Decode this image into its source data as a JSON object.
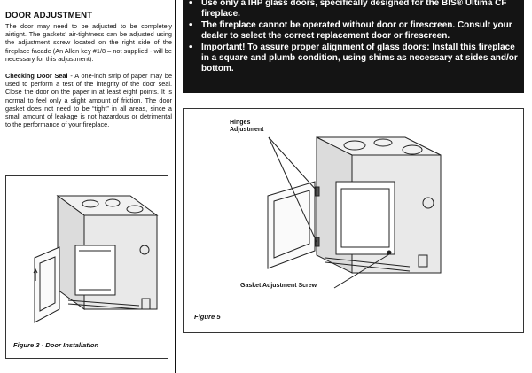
{
  "left": {
    "heading": "DOOR ADJUSTMENT",
    "para1": "The door may need to be adjusted to be completely airtight. The gaskets' air-tightness can be adjusted using the adjustment screw located on the right side of the fireplace facade (An Allen key #1/8 – not supplied - will be necessary for this adjustment).",
    "para2_bold": "Checking Door Seal",
    "para2": " - A one-inch strip of paper may be used to perform a test of the integrity of the door seal. Close the door on the paper in at least eight points.  It is normal to feel only a slight amount of friction. The door gasket does not need to be “tight” in all areas, since a small amount of leakage is not hazardous or detrimental to the performance of your fireplace."
  },
  "warnings": [
    "Use only a IHP glass doors, specifically designed for the BIS® Ultima CF fireplace.",
    "The fireplace cannot be operated without door or firescreen.  Consult your dealer to select the correct replacement door or firescreen.",
    "Important! To assure proper alignment of glass doors:  Install this fireplace in a square and plumb condition, using shims as necessary at sides and/or bottom."
  ],
  "bullet_glyph": "•",
  "figure3": {
    "caption": "Figure 3 - Door Installation"
  },
  "figure5": {
    "caption": "Figure 5",
    "callout_hinges_line1": "Hinges",
    "callout_hinges_line2": "Adjustment",
    "callout_gasket": "Gasket Adjustment Screw"
  },
  "colors": {
    "warning_bg": "#141414",
    "warning_text": "#ffffff",
    "line": "#222222"
  }
}
